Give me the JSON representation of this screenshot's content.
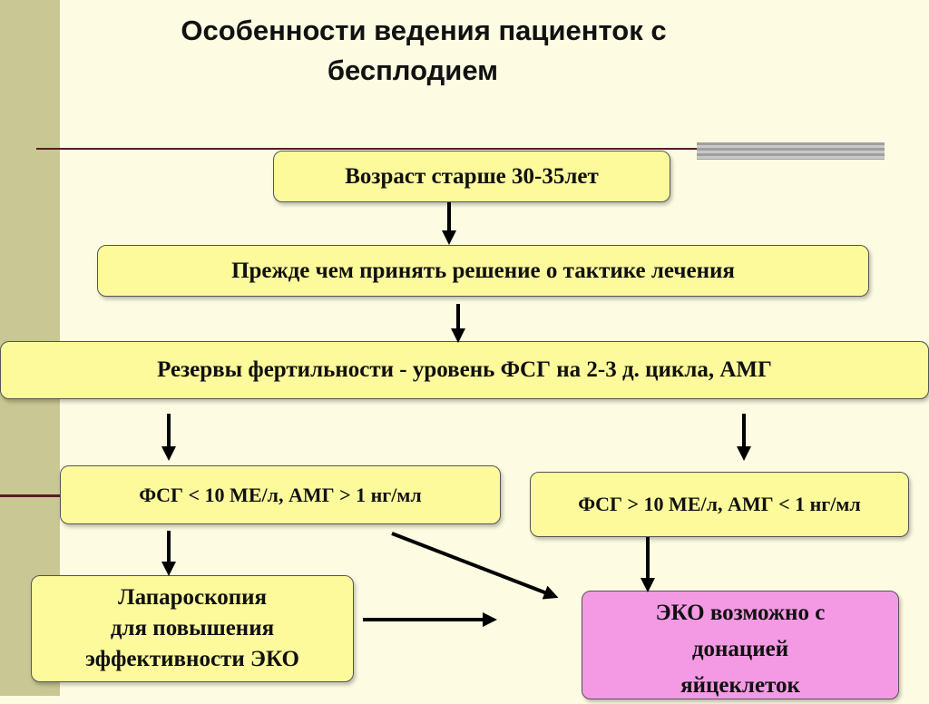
{
  "title": {
    "line1": "Особенности  ведения пациенток с",
    "line2": "бесплодием"
  },
  "boxes": {
    "age": "Возраст старше 30-35лет",
    "before_decision": "Прежде чем принять решение о тактике лечения",
    "reserves": "Резервы фертильности - уровень ФСГ на 2-3 д. цикла, АМГ",
    "fsg_low": "ФСГ < 10 МЕ/л, АМГ > 1 нг/мл",
    "fsg_high": "ФСГ > 10 МЕ/л, АМГ < 1 нг/мл",
    "laparoscopy": [
      "Лапароскопия",
      "для повышения",
      "эффективности ЭКО"
    ],
    "eko": [
      "ЭКО возможно с",
      "донацией",
      "яйцеклеток"
    ]
  },
  "colors": {
    "background": "#fdfce3",
    "box_fill": "#fdfa9c",
    "eko_fill": "#f49ae4",
    "side_band": "#c9c793",
    "rule": "#5a1a2a"
  }
}
